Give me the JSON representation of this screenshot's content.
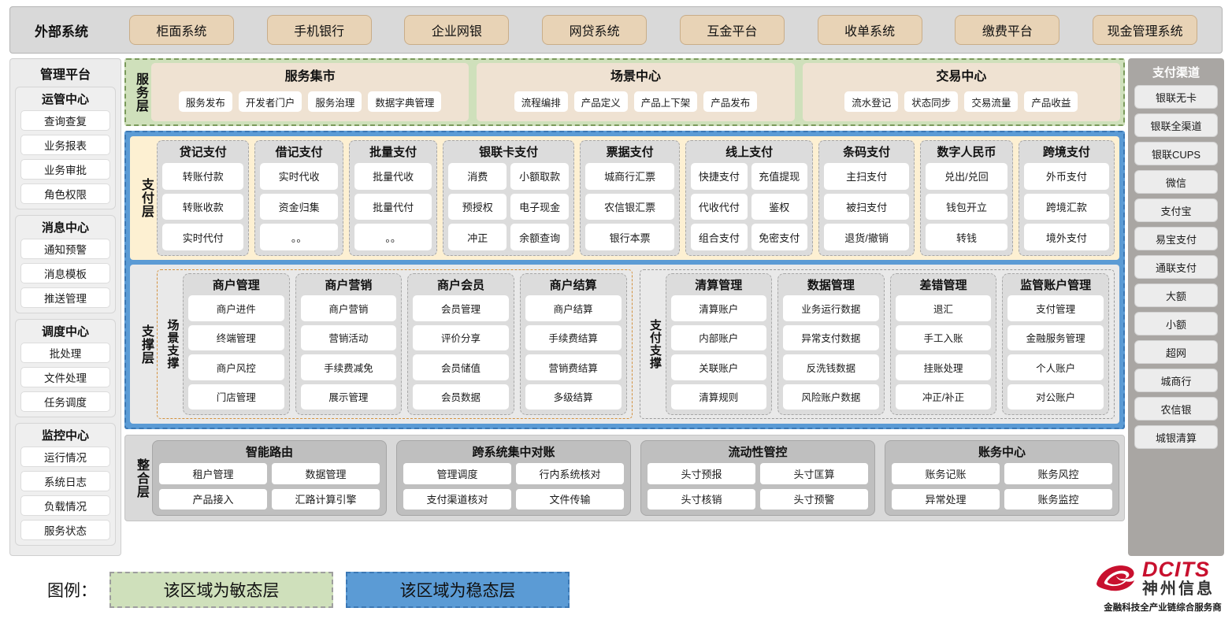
{
  "external": {
    "label": "外部系统",
    "items": [
      "柜面系统",
      "手机银行",
      "企业网银",
      "网贷系统",
      "互金平台",
      "收单系统",
      "缴费平台",
      "现金管理系统"
    ]
  },
  "management": {
    "title": "管理平台",
    "groups": [
      {
        "title": "运管中心",
        "items": [
          "查询查复",
          "业务报表",
          "业务审批",
          "角色权限"
        ]
      },
      {
        "title": "消息中心",
        "items": [
          "通知预警",
          "消息模板",
          "推送管理"
        ]
      },
      {
        "title": "调度中心",
        "items": [
          "批处理",
          "文件处理",
          "任务调度"
        ]
      },
      {
        "title": "监控中心",
        "items": [
          "运行情况",
          "系统日志",
          "负载情况",
          "服务状态"
        ]
      }
    ]
  },
  "channels": {
    "title": "支付渠道",
    "items": [
      "银联无卡",
      "银联全渠道",
      "银联CUPS",
      "微信",
      "支付宝",
      "易宝支付",
      "通联支付",
      "大额",
      "小额",
      "超网",
      "城商行",
      "农信银",
      "城银清算"
    ]
  },
  "service_layer": {
    "label": "服务层",
    "groups": [
      {
        "title": "服务集市",
        "items": [
          "服务发布",
          "开发者门户",
          "服务治理",
          "数据字典管理"
        ]
      },
      {
        "title": "场景中心",
        "items": [
          "流程编排",
          "产品定义",
          "产品上下架",
          "产品发布"
        ]
      },
      {
        "title": "交易中心",
        "items": [
          "流水登记",
          "状态同步",
          "交易流量",
          "产品收益"
        ]
      }
    ]
  },
  "pay_layer": {
    "label": "支付层",
    "groups": [
      {
        "title": "贷记支付",
        "cols": 1,
        "items": [
          "转账付款",
          "转账收款",
          "实时代付"
        ]
      },
      {
        "title": "借记支付",
        "cols": 1,
        "items": [
          "实时代收",
          "资金归集",
          "。。"
        ]
      },
      {
        "title": "批量支付",
        "cols": 1,
        "items": [
          "批量代收",
          "批量代付",
          "。。"
        ]
      },
      {
        "title": "银联卡支付",
        "cols": 2,
        "items": [
          "消费",
          "小额取款",
          "预授权",
          "电子现金",
          "冲正",
          "余额查询"
        ]
      },
      {
        "title": "票据支付",
        "cols": 1,
        "items": [
          "城商行汇票",
          "农信银汇票",
          "银行本票"
        ]
      },
      {
        "title": "线上支付",
        "cols": 2,
        "items": [
          "快捷支付",
          "充值提现",
          "代收代付",
          "鉴权",
          "组合支付",
          "免密支付"
        ]
      },
      {
        "title": "条码支付",
        "cols": 1,
        "items": [
          "主扫支付",
          "被扫支付",
          "退货/撤销"
        ]
      },
      {
        "title": "数字人民币",
        "cols": 1,
        "items": [
          "兑出/兑回",
          "钱包开立",
          "转钱"
        ]
      },
      {
        "title": "跨境支付",
        "cols": 1,
        "items": [
          "外币支付",
          "跨境汇款",
          "境外支付"
        ]
      }
    ]
  },
  "support_layer": {
    "label": "支撑层",
    "scene": {
      "label": "场景支撑",
      "groups": [
        {
          "title": "商户管理",
          "items": [
            "商户进件",
            "终端管理",
            "商户风控",
            "门店管理"
          ]
        },
        {
          "title": "商户营销",
          "items": [
            "商户营销",
            "营销活动",
            "手续费减免",
            "展示管理"
          ]
        },
        {
          "title": "商户会员",
          "items": [
            "会员管理",
            "评价分享",
            "会员储值",
            "会员数据"
          ]
        },
        {
          "title": "商户结算",
          "items": [
            "商户结算",
            "手续费结算",
            "营销费结算",
            "多级结算"
          ]
        }
      ]
    },
    "paysup": {
      "label": "支付支撑",
      "groups": [
        {
          "title": "清算管理",
          "items": [
            "清算账户",
            "内部账户",
            "关联账户",
            "清算规则"
          ]
        },
        {
          "title": "数据管理",
          "items": [
            "业务运行数据",
            "异常支付数据",
            "反洗钱数据",
            "风险账户数据"
          ]
        },
        {
          "title": "差错管理",
          "items": [
            "退汇",
            "手工入账",
            "挂账处理",
            "冲正/补正"
          ]
        },
        {
          "title": "监管账户管理",
          "items": [
            "支付管理",
            "金融服务管理",
            "个人账户",
            "对公账户"
          ]
        }
      ]
    }
  },
  "integration_layer": {
    "label": "整合层",
    "groups": [
      {
        "title": "智能路由",
        "items": [
          "租户管理",
          "数据管理",
          "产品接入",
          "汇路计算引擎"
        ]
      },
      {
        "title": "跨系统集中对账",
        "items": [
          "管理调度",
          "行内系统核对",
          "支付渠道核对",
          "文件传输"
        ]
      },
      {
        "title": "流动性管控",
        "items": [
          "头寸预报",
          "头寸匡算",
          "头寸核销",
          "头寸预警"
        ]
      },
      {
        "title": "账务中心",
        "items": [
          "账务记账",
          "账务风控",
          "异常处理",
          "账务监控"
        ]
      }
    ]
  },
  "legend": {
    "label": "图例：",
    "agile": "该区域为敏态层",
    "stable": "该区域为稳态层",
    "agile_color": "#cfe0bb",
    "stable_color": "#5b9bd5"
  },
  "logo": {
    "brand": "DCITS",
    "brand_cn": "神州信息",
    "tagline": "金融科技全产业链综合服务商",
    "brand_color": "#c8102e"
  }
}
